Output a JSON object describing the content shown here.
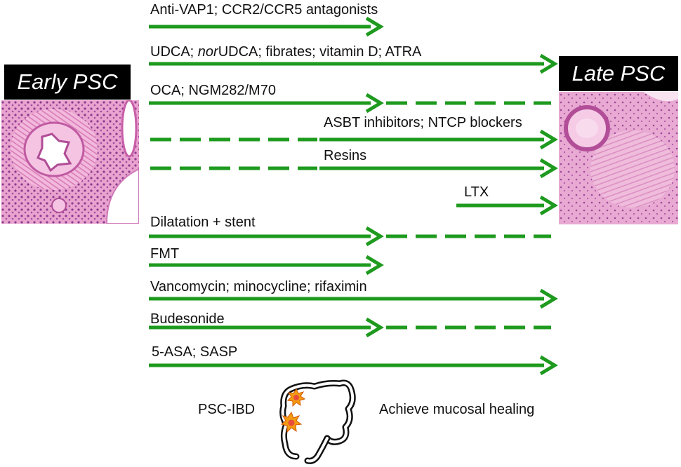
{
  "stages": {
    "early": "Early PSC",
    "late": "Late PSC"
  },
  "rows": [
    {
      "label": "Anti-VAP1; CCR2/CCR5 antagonists"
    },
    {
      "label_pre": "UDCA; ",
      "label_italic": "nor",
      "label_post": "UDCA; fibrates; vitamin D; ATRA"
    },
    {
      "label": "OCA; NGM282/M70"
    },
    {
      "label": "ASBT inhibitors; NTCP blockers"
    },
    {
      "label": "Resins"
    },
    {
      "label": "LTX"
    },
    {
      "label": "Dilatation + stent"
    },
    {
      "label": "FMT"
    },
    {
      "label": "Vancomycin; minocycline; rifaximin"
    },
    {
      "label": "Budesonide"
    },
    {
      "label": "5-ASA; SASP"
    }
  ],
  "bottom": {
    "left_label": "PSC-IBD",
    "right_label": "Achieve mucosal healing"
  },
  "colors": {
    "arrow": "#1e9a1e",
    "histo_bg": "#e7a6d0",
    "histo_stroma": "#c85ea8",
    "label_bg": "#000000"
  },
  "icons": [
    "colon-icon",
    "inflammation-burst-icon"
  ]
}
